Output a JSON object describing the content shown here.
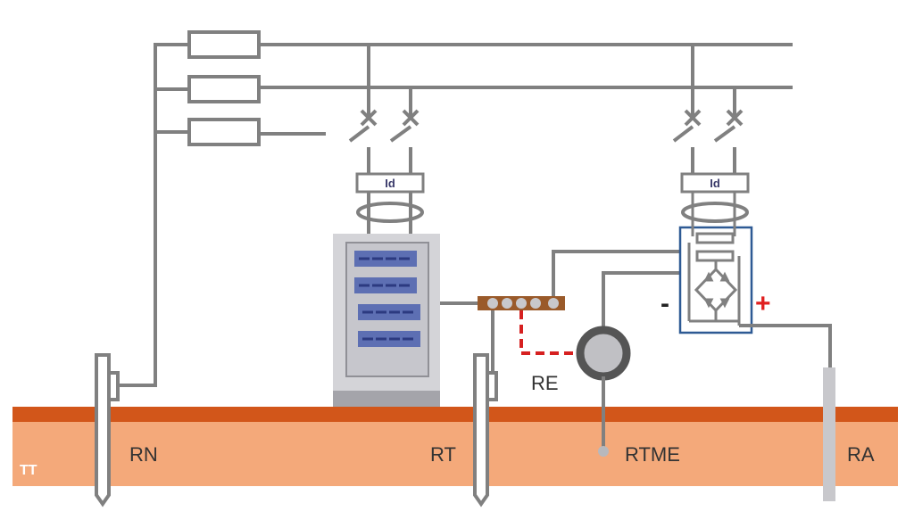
{
  "labels": {
    "rn": "RN",
    "rt": "RT",
    "rtme": "RTME",
    "ra": "RA",
    "re": "RE",
    "tt": "TT",
    "id_left": "Id",
    "id_right": "Id",
    "minus": "-",
    "plus": "+"
  },
  "colors": {
    "ground_top": "#d2561a",
    "ground_fill": "#f4a97a",
    "wire": "#808080",
    "panel": "#c8c8cc",
    "breaker_blue": "#5d6fb3",
    "terminal_bar": "#9a5a2a",
    "dashed_red": "#d62020",
    "plus_red": "#e02020",
    "bridge_box": "#2e5a94"
  }
}
